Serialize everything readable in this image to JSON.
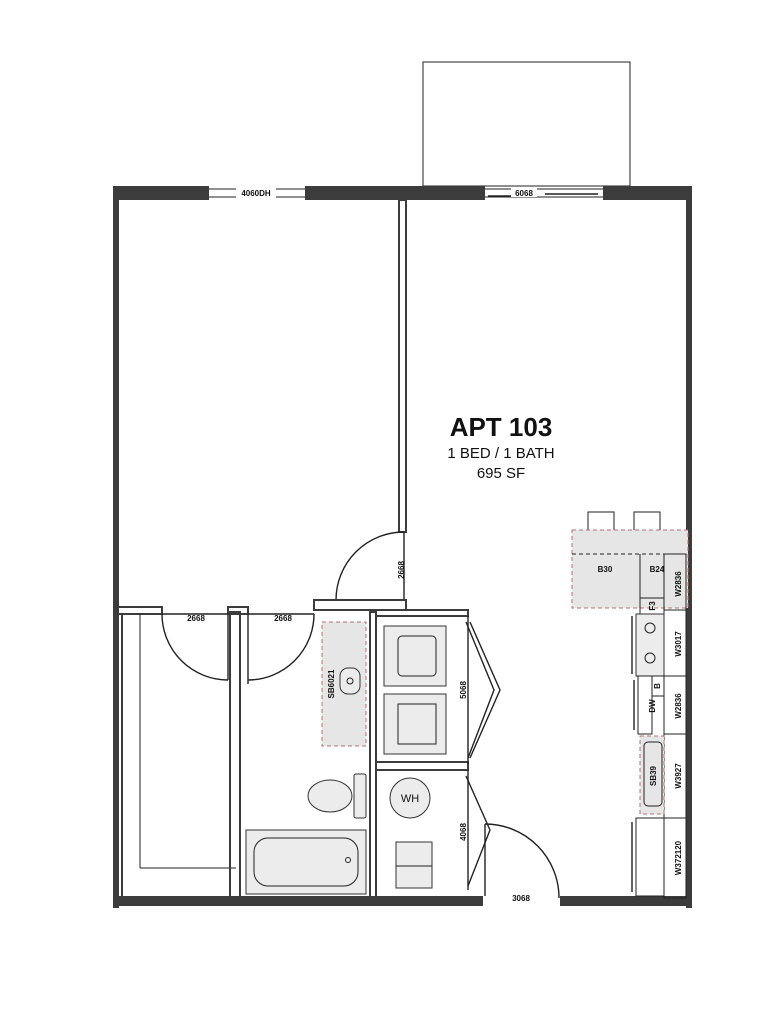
{
  "apartment": {
    "name": "APT 103",
    "layout": "1 BED / 1 BATH",
    "area": "695 SF"
  },
  "labels": {
    "window_bedroom": "4060DH",
    "slider_living": "6068",
    "door_bed_closet": "2668",
    "door_bath": "2668",
    "door_bedroom": "2668",
    "closet_laundry": "5068",
    "closet_wh": "4068",
    "entry_door": "3068",
    "bath_sink": "SB6021",
    "water_heater": "WH",
    "bar_cabinet": "B30",
    "base_cabinet": "B24",
    "wall_cab_1": "W2836",
    "filler": "F3",
    "wall_cab_range": "W3017",
    "dishwasher": "DW",
    "wall_cab_2": "W2836",
    "base_small": "B",
    "sink_base": "SB39",
    "wall_cab_sink": "W3927",
    "wall_cab_fridge": "W372120"
  }
}
